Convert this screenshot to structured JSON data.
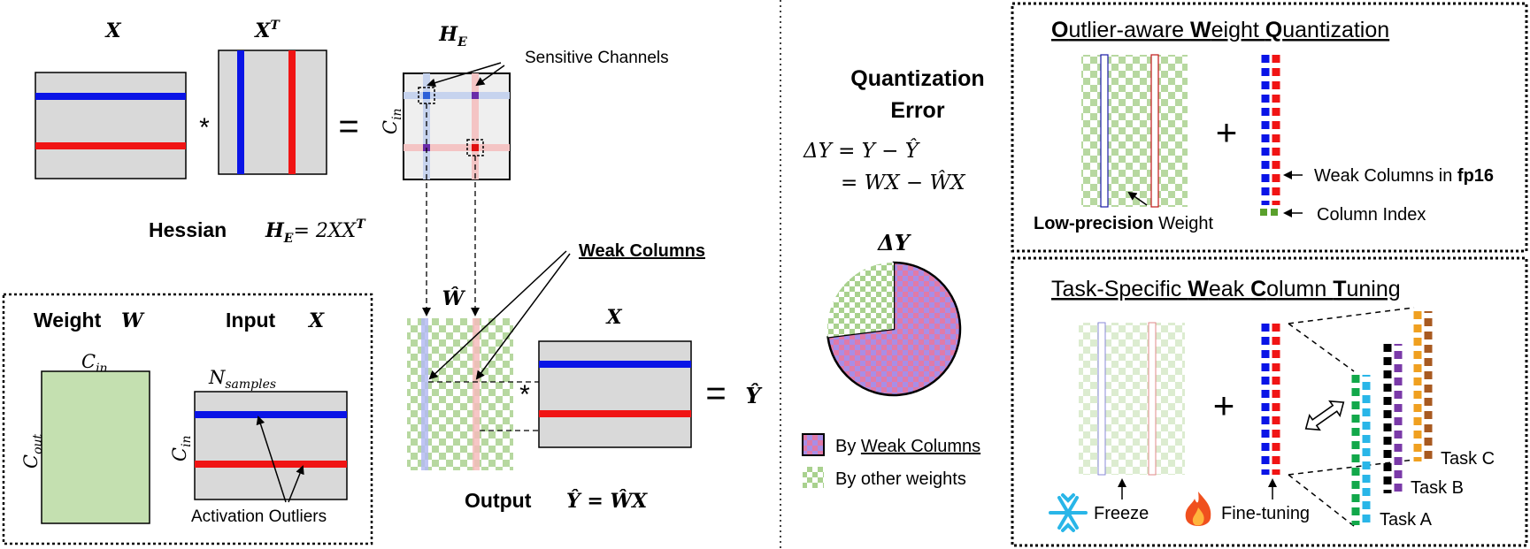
{
  "left": {
    "x_label": "X",
    "xt_label": "X",
    "xt_sup": "T",
    "he_label": "H",
    "he_sub": "E",
    "sensitive_channels": "Sensitive Channels",
    "cin_sym": "C",
    "cin_sub": "in",
    "star": "*",
    "equals": "=",
    "hessian_word": "Hessian",
    "hessian_eq_lhs": "H",
    "hessian_eq_sub": "E",
    "hessian_eq_rhs": "= 2XX",
    "hessian_eq_sup": "T",
    "weak_columns": "Weak Columns",
    "what_label": "Ŵ",
    "x2_label": "X",
    "yhat": "Ŷ",
    "output_word": "Output",
    "output_eq": "Ŷ = ŴX"
  },
  "legend_box": {
    "weight_word": "Weight",
    "weight_sym": "W",
    "input_word": "Input",
    "input_sym": "X",
    "cin_sym": "C",
    "cin_sub": "in",
    "nsamples_sym": "N",
    "nsamples_sub": "samples",
    "cout_sym": "C",
    "cout_sub": "out",
    "activation_outliers": "Activation Outliers"
  },
  "middle": {
    "title_line1": "Quantization",
    "title_line2": "Error",
    "eq_line1": "ΔY = Y − Ŷ",
    "eq_line2": "= WX − ŴX",
    "pie_label": "ΔY",
    "legend_weak_prefix": "By ",
    "legend_weak_link": "Weak Columns",
    "legend_other": "By other weights"
  },
  "chart_data": {
    "type": "pie",
    "title": "ΔY",
    "categories": [
      "By Weak Columns",
      "By other weights"
    ],
    "values": [
      73,
      27
    ],
    "colors": [
      "#c98ad8",
      "#b7d8a0"
    ]
  },
  "top_right": {
    "title_parts": [
      {
        "t": "O",
        "b": true
      },
      {
        "t": "utlier-aware ",
        "b": false
      },
      {
        "t": "W",
        "b": true
      },
      {
        "t": "eight ",
        "b": false
      },
      {
        "t": "Q",
        "b": true
      },
      {
        "t": "uantization",
        "b": false
      }
    ],
    "low_precision_bold": "Low-precision",
    "low_precision_rest": " Weight",
    "weak_columns_in": "Weak Columns in ",
    "fp16": "fp16",
    "column_index": "Column Index",
    "plus": "+"
  },
  "bottom_right": {
    "title_parts": [
      {
        "t": "Task-Specific ",
        "b": false
      },
      {
        "t": "W",
        "b": true
      },
      {
        "t": "eak ",
        "b": false
      },
      {
        "t": "C",
        "b": true
      },
      {
        "t": "olumn ",
        "b": false
      },
      {
        "t": "T",
        "b": true
      },
      {
        "t": "uning",
        "b": false
      }
    ],
    "freeze": "Freeze",
    "fine_tuning": "Fine-tuning",
    "task_a": "Task A",
    "task_b": "Task B",
    "task_c": "Task C",
    "plus": "+",
    "freeze_icon": "snowflake-icon",
    "fire_icon": "fire-icon"
  },
  "colors": {
    "blue": "#0a14e6",
    "red": "#f01414",
    "gray": "#d9d9d9",
    "green": "#c4e0b0",
    "check_green": "#b7d8a0",
    "purple": "#c98ad8"
  }
}
